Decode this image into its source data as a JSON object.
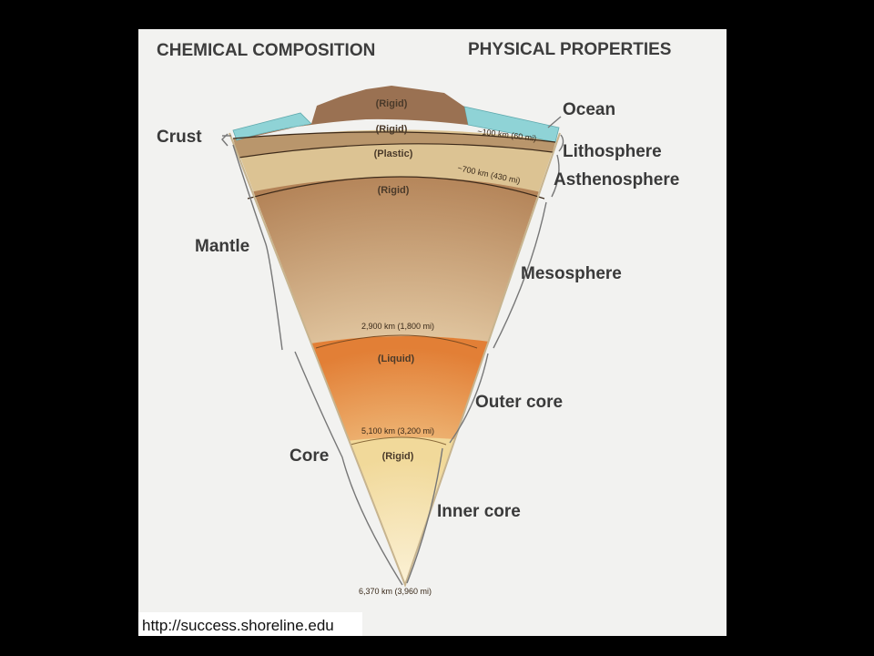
{
  "headings": {
    "left": "CHEMICAL COMPOSITION",
    "right": "PHYSICAL PROPERTIES"
  },
  "chemical_layers": {
    "crust": "Crust",
    "mantle": "Mantle",
    "core": "Core"
  },
  "physical_layers": {
    "ocean": "Ocean",
    "lithosphere": "Lithosphere",
    "asthenosphere": "Asthenosphere",
    "mesosphere": "Mesosphere",
    "outer_core": "Outer core",
    "inner_core": "Inner core"
  },
  "states": {
    "crust": "(Rigid)",
    "lithosphere": "(Rigid)",
    "asthenosphere": "(Plastic)",
    "mesosphere": "(Rigid)",
    "outer_core": "(Liquid)",
    "inner_core": "(Rigid)"
  },
  "depths": {
    "lithosphere_base": "~100 km (60 mi)",
    "asthenosphere_base": "~700 km (430 mi)",
    "mantle_base": "2,900 km (1,800 mi)",
    "outer_core_base": "5,100 km (3,200 mi)",
    "center": "6,370 km (3,960 mi)"
  },
  "source": "http://success.shoreline.edu",
  "colors": {
    "background": "#000000",
    "panel": "#f2f2f0",
    "ocean": "#8fd3d6",
    "crust": "#9a7152",
    "lithosphere": "#b9966c",
    "asthenosphere": "#dcc393",
    "mesosphere": "#b88a5c",
    "outer_core": "#e8954a",
    "inner_core": "#f3dea0"
  }
}
